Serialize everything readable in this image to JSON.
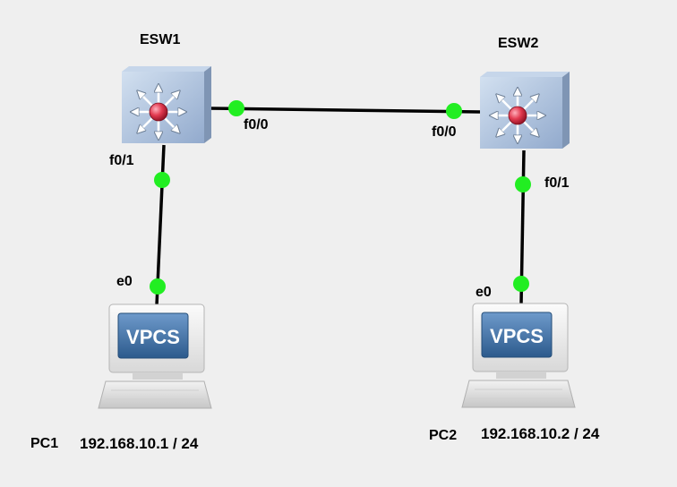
{
  "devices": {
    "esw1": {
      "name": "ESW1",
      "icon": "multilayer-switch-icon"
    },
    "esw2": {
      "name": "ESW2",
      "icon": "multilayer-switch-icon"
    },
    "pc1": {
      "name": "PC1",
      "icon": "vpcs-computer-icon",
      "screen_text": "VPCS",
      "ip": "192.168.10.1 / 24"
    },
    "pc2": {
      "name": "PC2",
      "icon": "vpcs-computer-icon",
      "screen_text": "VPCS",
      "ip": "192.168.10.2 / 24"
    }
  },
  "links": [
    {
      "from": "ESW1",
      "from_port": "f0/0",
      "to": "ESW2",
      "to_port": "f0/0"
    },
    {
      "from": "ESW1",
      "from_port": "f0/1",
      "to": "PC1",
      "to_port": "e0"
    },
    {
      "from": "ESW2",
      "from_port": "f0/1",
      "to": "PC2",
      "to_port": "e0"
    }
  ],
  "colors": {
    "background": "#efefef",
    "link": "#000000",
    "port_status_up": "#22ee22",
    "switch_face": "#a9bfdc",
    "switch_center": "#e23a50",
    "vpcs_screen": "#3f6f9f"
  }
}
